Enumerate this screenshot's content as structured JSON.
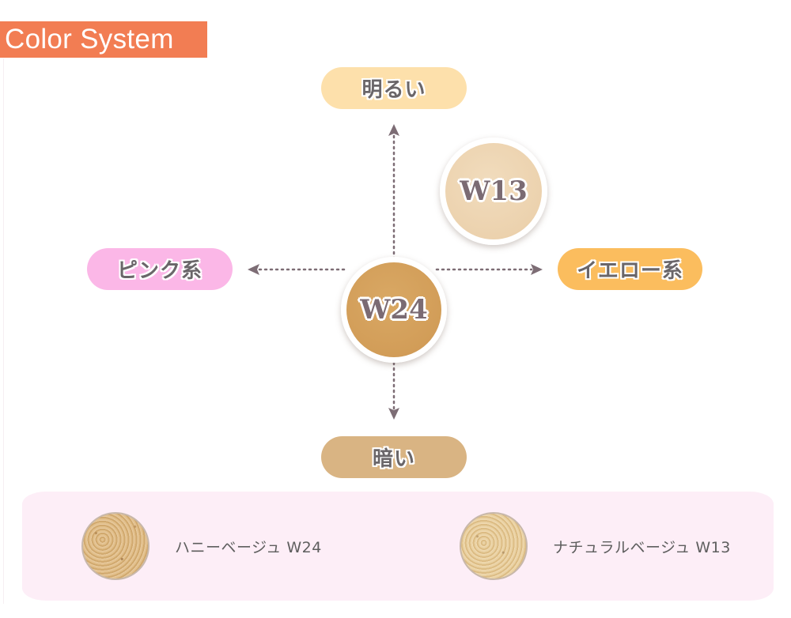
{
  "title": "Color System",
  "axis_labels": {
    "top": "明るい",
    "bottom": "暗い",
    "left": "ピンク系",
    "right": "イエロー系"
  },
  "shades": [
    {
      "code": "W13",
      "name": "ナチュラルベージュ W13",
      "color": "#ecd2ae",
      "brightness": "lighter",
      "tone": "yellow"
    },
    {
      "code": "W24",
      "name": "ハニーベージュ W24",
      "color": "#d29d58",
      "brightness": "center",
      "tone": "center"
    }
  ],
  "legend": [
    {
      "label": "ハニーベージュ W24"
    },
    {
      "label": "ナチュラルベージュ W13"
    }
  ],
  "colors": {
    "title_bg": "#f27d53",
    "bright_pill": "#fde0ab",
    "pink_pill": "#fbb7e7",
    "yellow_pill": "#fbbd5e",
    "dark_pill": "#d9b483",
    "legend_bg": "#fdeef7",
    "arrow": "#7d6d75"
  }
}
